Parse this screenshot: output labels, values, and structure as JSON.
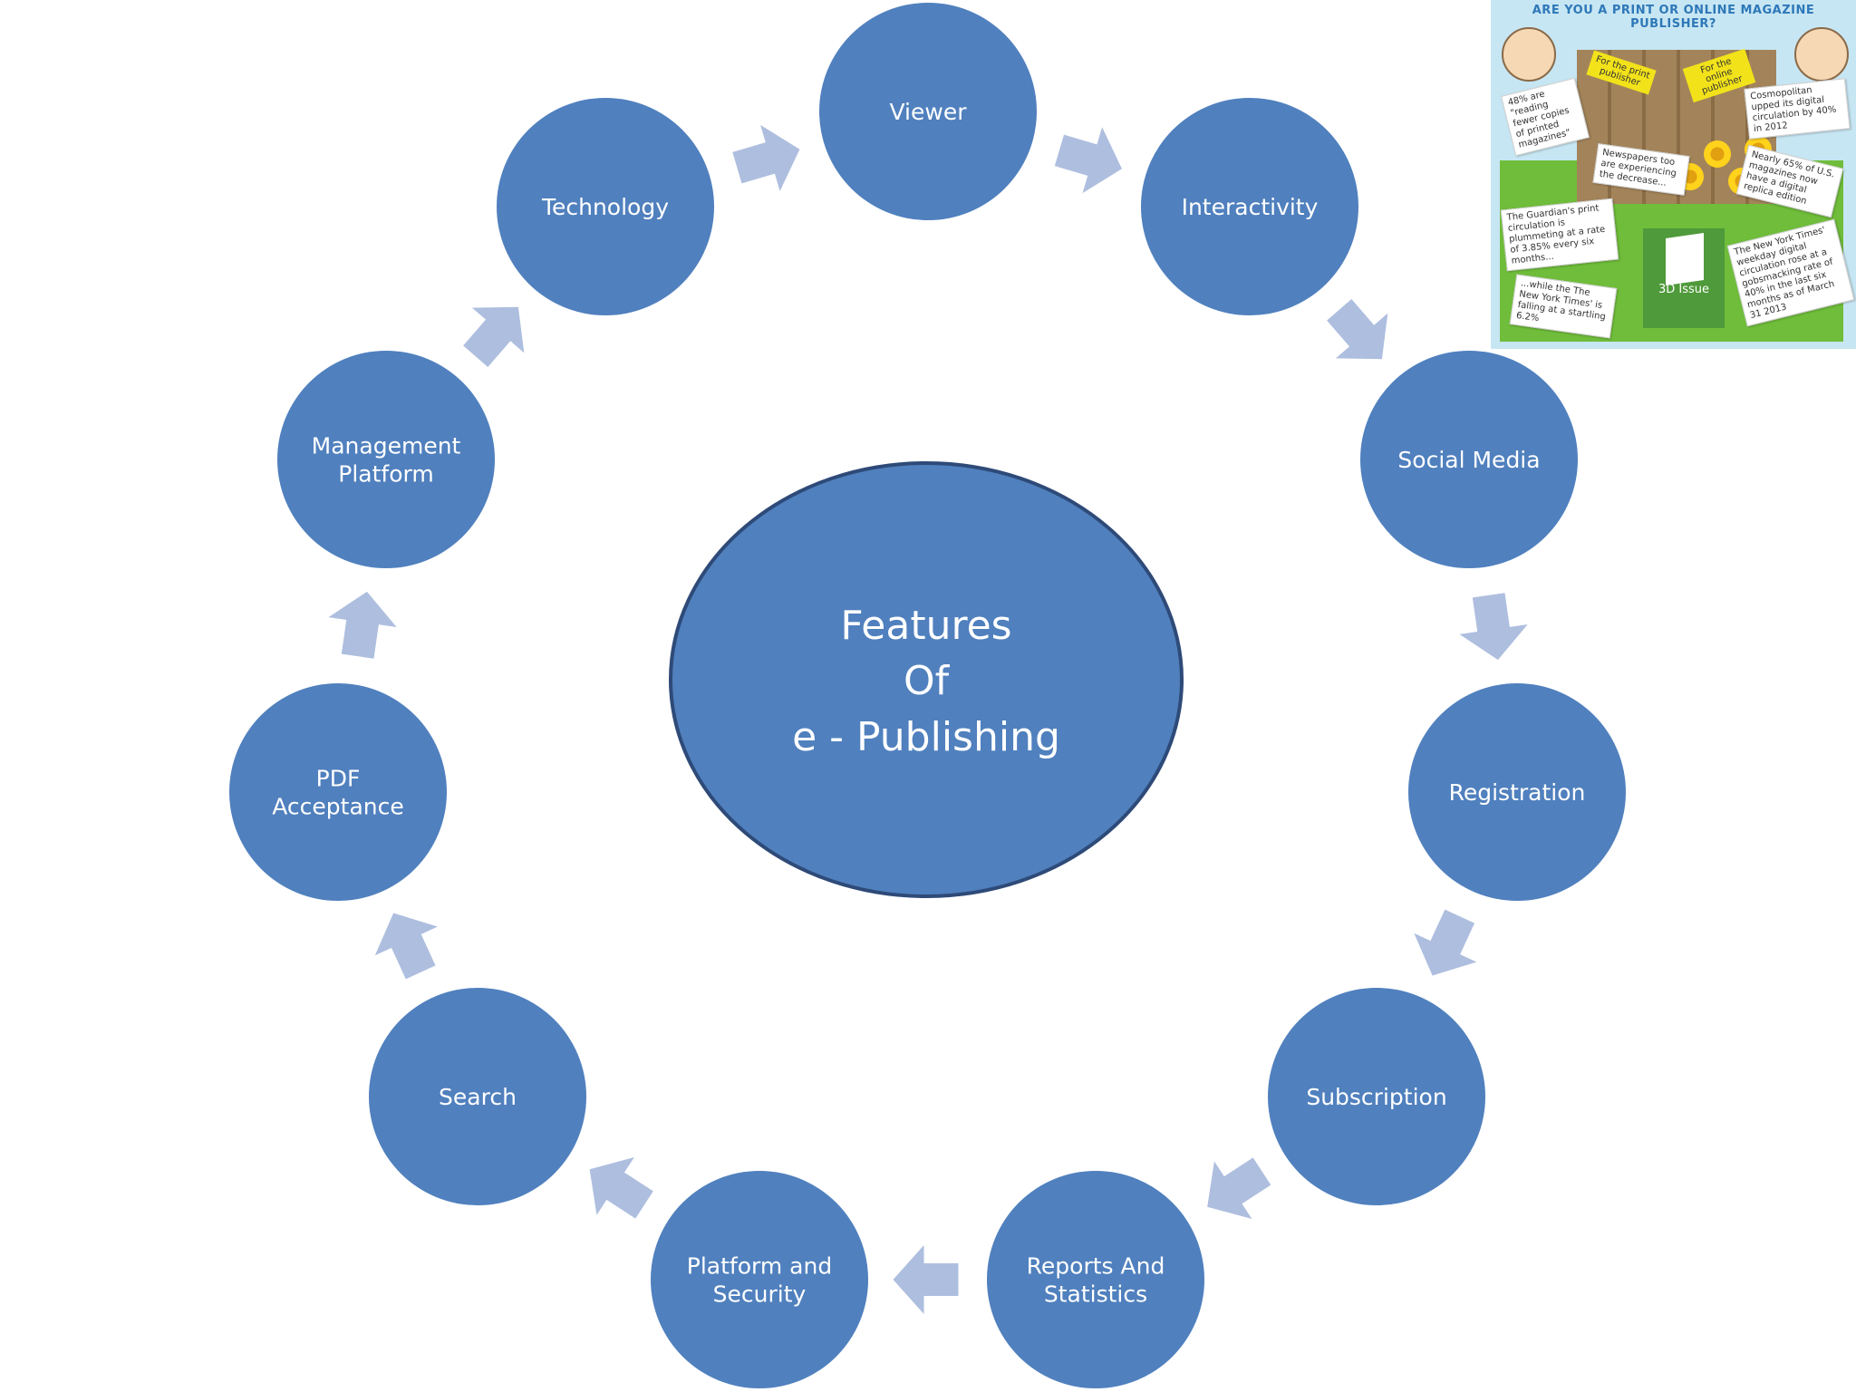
{
  "center": {
    "lines": [
      "Features",
      "Of",
      "e - Publishing"
    ]
  },
  "nodes": [
    {
      "lines": [
        "Viewer"
      ]
    },
    {
      "lines": [
        "Interactivity"
      ]
    },
    {
      "lines": [
        "Social Media"
      ]
    },
    {
      "lines": [
        "Registration"
      ]
    },
    {
      "lines": [
        "Subscription"
      ]
    },
    {
      "lines": [
        "Reports And",
        "Statistics"
      ]
    },
    {
      "lines": [
        "Platform and",
        "Security"
      ]
    },
    {
      "lines": [
        "Search"
      ]
    },
    {
      "lines": [
        "PDF",
        "Acceptance"
      ]
    },
    {
      "lines": [
        "Management",
        "Platform"
      ]
    },
    {
      "lines": [
        "Technology"
      ]
    }
  ],
  "colors": {
    "node_fill": "#5080be",
    "arrow_fill": "#aebedf",
    "center_stroke": "#2e4a78",
    "text": "#ffffff"
  },
  "inset": {
    "title": "ARE YOU A PRINT OR ONLINE MAGAZINE PUBLISHER?",
    "tag_left": "For the print publisher",
    "tag_right": "For the online publisher",
    "notes": [
      "48% are \"reading fewer copies of printed magazines\"",
      "Newspapers too are experiencing the decrease...",
      "The Guardian's print circulation is plummeting at a rate of 3.85% every six months...",
      "...while the The New York Times' is falling at a startling 6.2%",
      "Cosmopolitan upped its digital circulation by 40% in 2012",
      "Nearly 65% of U.S. magazines now have a digital replica edition",
      "The New York Times' weekday digital circulation rose at a gobsmacking rate of 40% in the last six months as of March 31 2013"
    ],
    "issue_label": "3D Issue"
  }
}
